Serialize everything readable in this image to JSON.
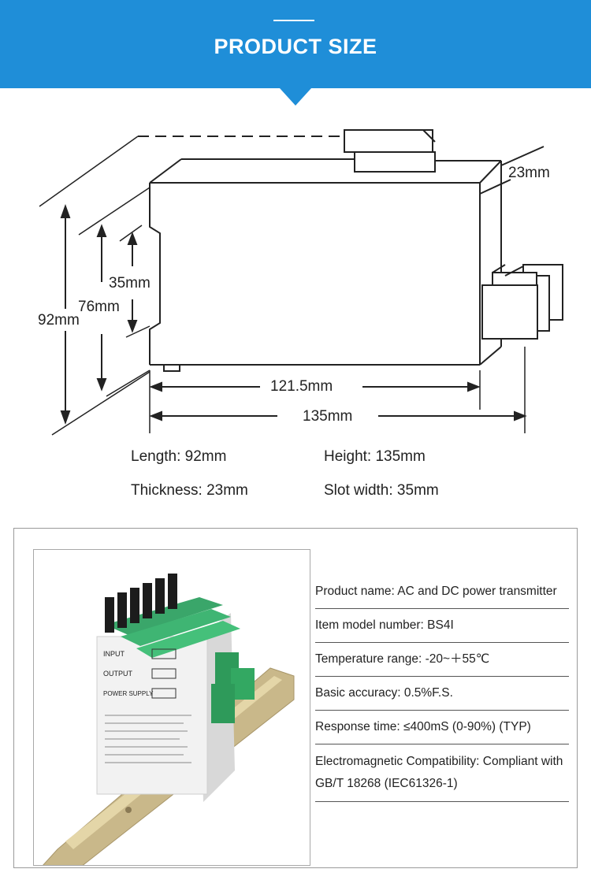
{
  "banner": {
    "title": "PRODUCT SIZE",
    "color": "#1f8ed8"
  },
  "dimensions": {
    "thickness": "23mm",
    "slot": "35mm",
    "rail": "76mm",
    "length": "92mm",
    "inner_width": "121.5mm",
    "outer_width": "135mm"
  },
  "specs": {
    "length": "Length: 92mm",
    "height": "Height: 135mm",
    "thickness": "Thickness: 23mm",
    "slot_width": "Slot width: 35mm"
  },
  "product_info": [
    "Product name: AC and DC power transmitter",
    "Item model number: BS4I",
    "Temperature range: -20~＋55℃",
    "Basic accuracy: 0.5%F.S.",
    "Response time: ≤400mS (0-90%) (TYP)",
    "Electromagnetic Compatibility: Compliant with GB/T 18268 (IEC61326-1)"
  ],
  "photo_labels": {
    "input": "INPUT",
    "output": "OUTPUT",
    "power": "POWER SUPPLY"
  }
}
